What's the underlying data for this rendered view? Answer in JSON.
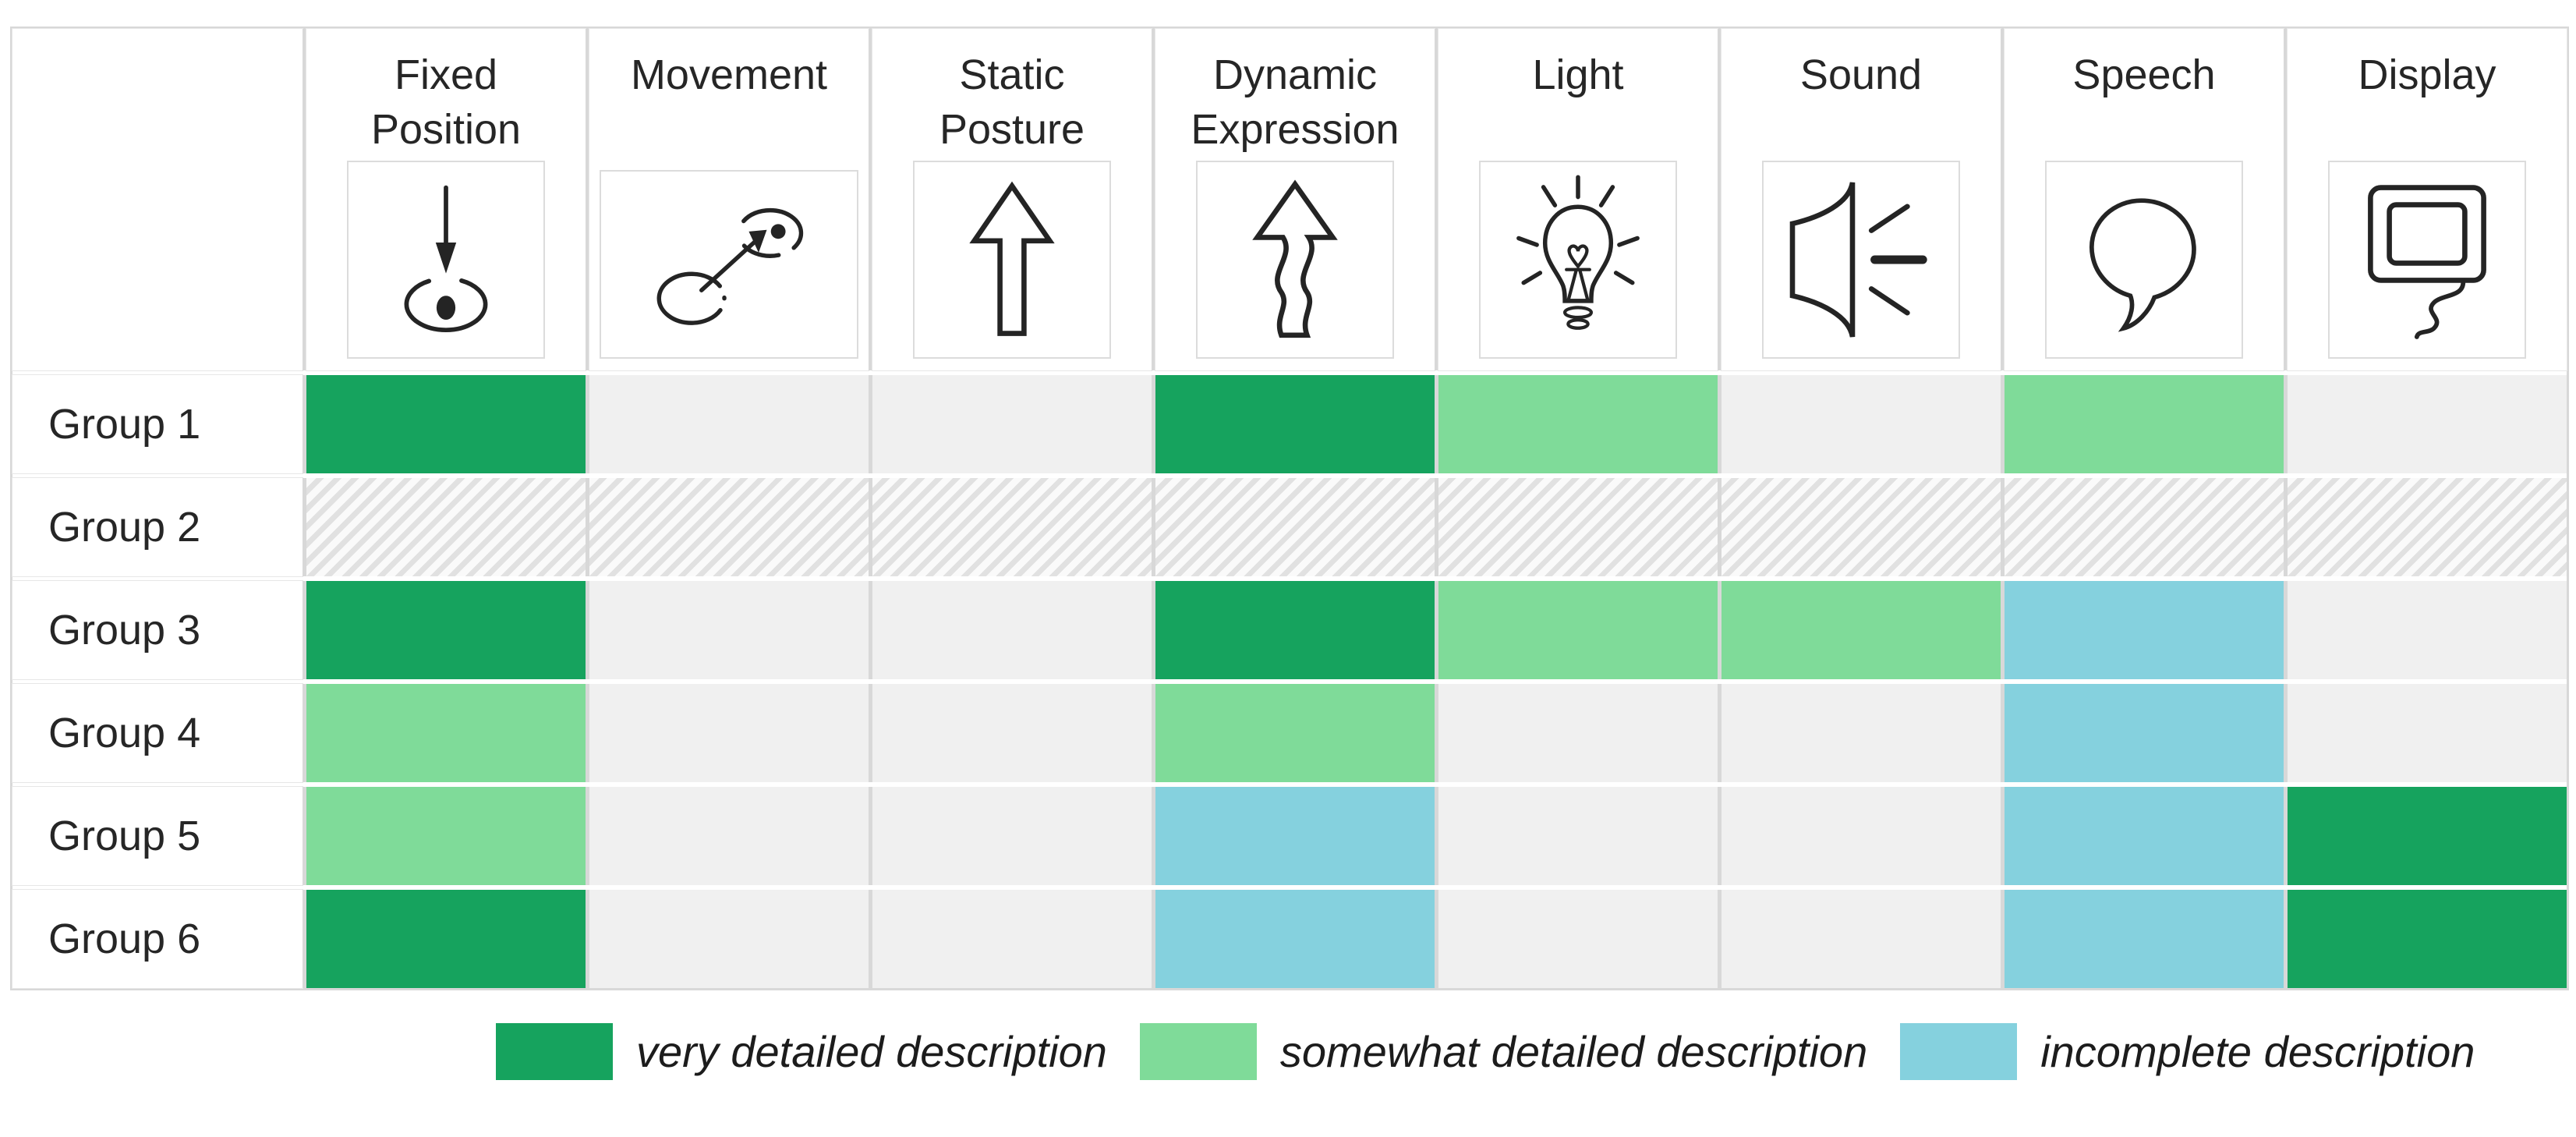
{
  "chart_data": {
    "type": "heatmap",
    "title": "",
    "columns": [
      {
        "label": "Fixed Position",
        "icon": "fixed-position-icon"
      },
      {
        "label": "Movement",
        "icon": "movement-icon"
      },
      {
        "label": "Static Posture",
        "icon": "static-posture-icon"
      },
      {
        "label": "Dynamic Expression",
        "icon": "dynamic-expression-icon"
      },
      {
        "label": "Light",
        "icon": "light-icon"
      },
      {
        "label": "Sound",
        "icon": "sound-icon"
      },
      {
        "label": "Speech",
        "icon": "speech-icon"
      },
      {
        "label": "Display",
        "icon": "display-icon"
      }
    ],
    "rows": [
      "Group 1",
      "Group 2",
      "Group 3",
      "Group 4",
      "Group 5",
      "Group 6"
    ],
    "values": [
      [
        "very",
        "none",
        "none",
        "very",
        "somewhat",
        "none",
        "somewhat",
        "none"
      ],
      [
        "na",
        "na",
        "na",
        "na",
        "na",
        "na",
        "na",
        "na"
      ],
      [
        "very",
        "none",
        "none",
        "very",
        "somewhat",
        "somewhat",
        "incomplete",
        "none"
      ],
      [
        "somewhat",
        "none",
        "none",
        "somewhat",
        "none",
        "none",
        "incomplete",
        "none"
      ],
      [
        "somewhat",
        "none",
        "none",
        "incomplete",
        "none",
        "none",
        "incomplete",
        "very"
      ],
      [
        "very",
        "none",
        "none",
        "incomplete",
        "none",
        "none",
        "incomplete",
        "very"
      ]
    ],
    "legend_position": "bottom",
    "legend": [
      {
        "key": "very",
        "label": "very detailed description",
        "color": "#16a35e"
      },
      {
        "key": "somewhat",
        "label": "somewhat detailed description",
        "color": "#7fdb99"
      },
      {
        "key": "incomplete",
        "label": "incomplete description",
        "color": "#85d1de"
      }
    ],
    "colors": {
      "very": "#16a35e",
      "somewhat": "#7fdb99",
      "incomplete": "#85d1de",
      "none": "#f0f0f0",
      "na_base": "#fafafa",
      "na_stripe": "#e1e1e1",
      "grid_line": "#d8d8d8",
      "text": "#262626"
    }
  }
}
